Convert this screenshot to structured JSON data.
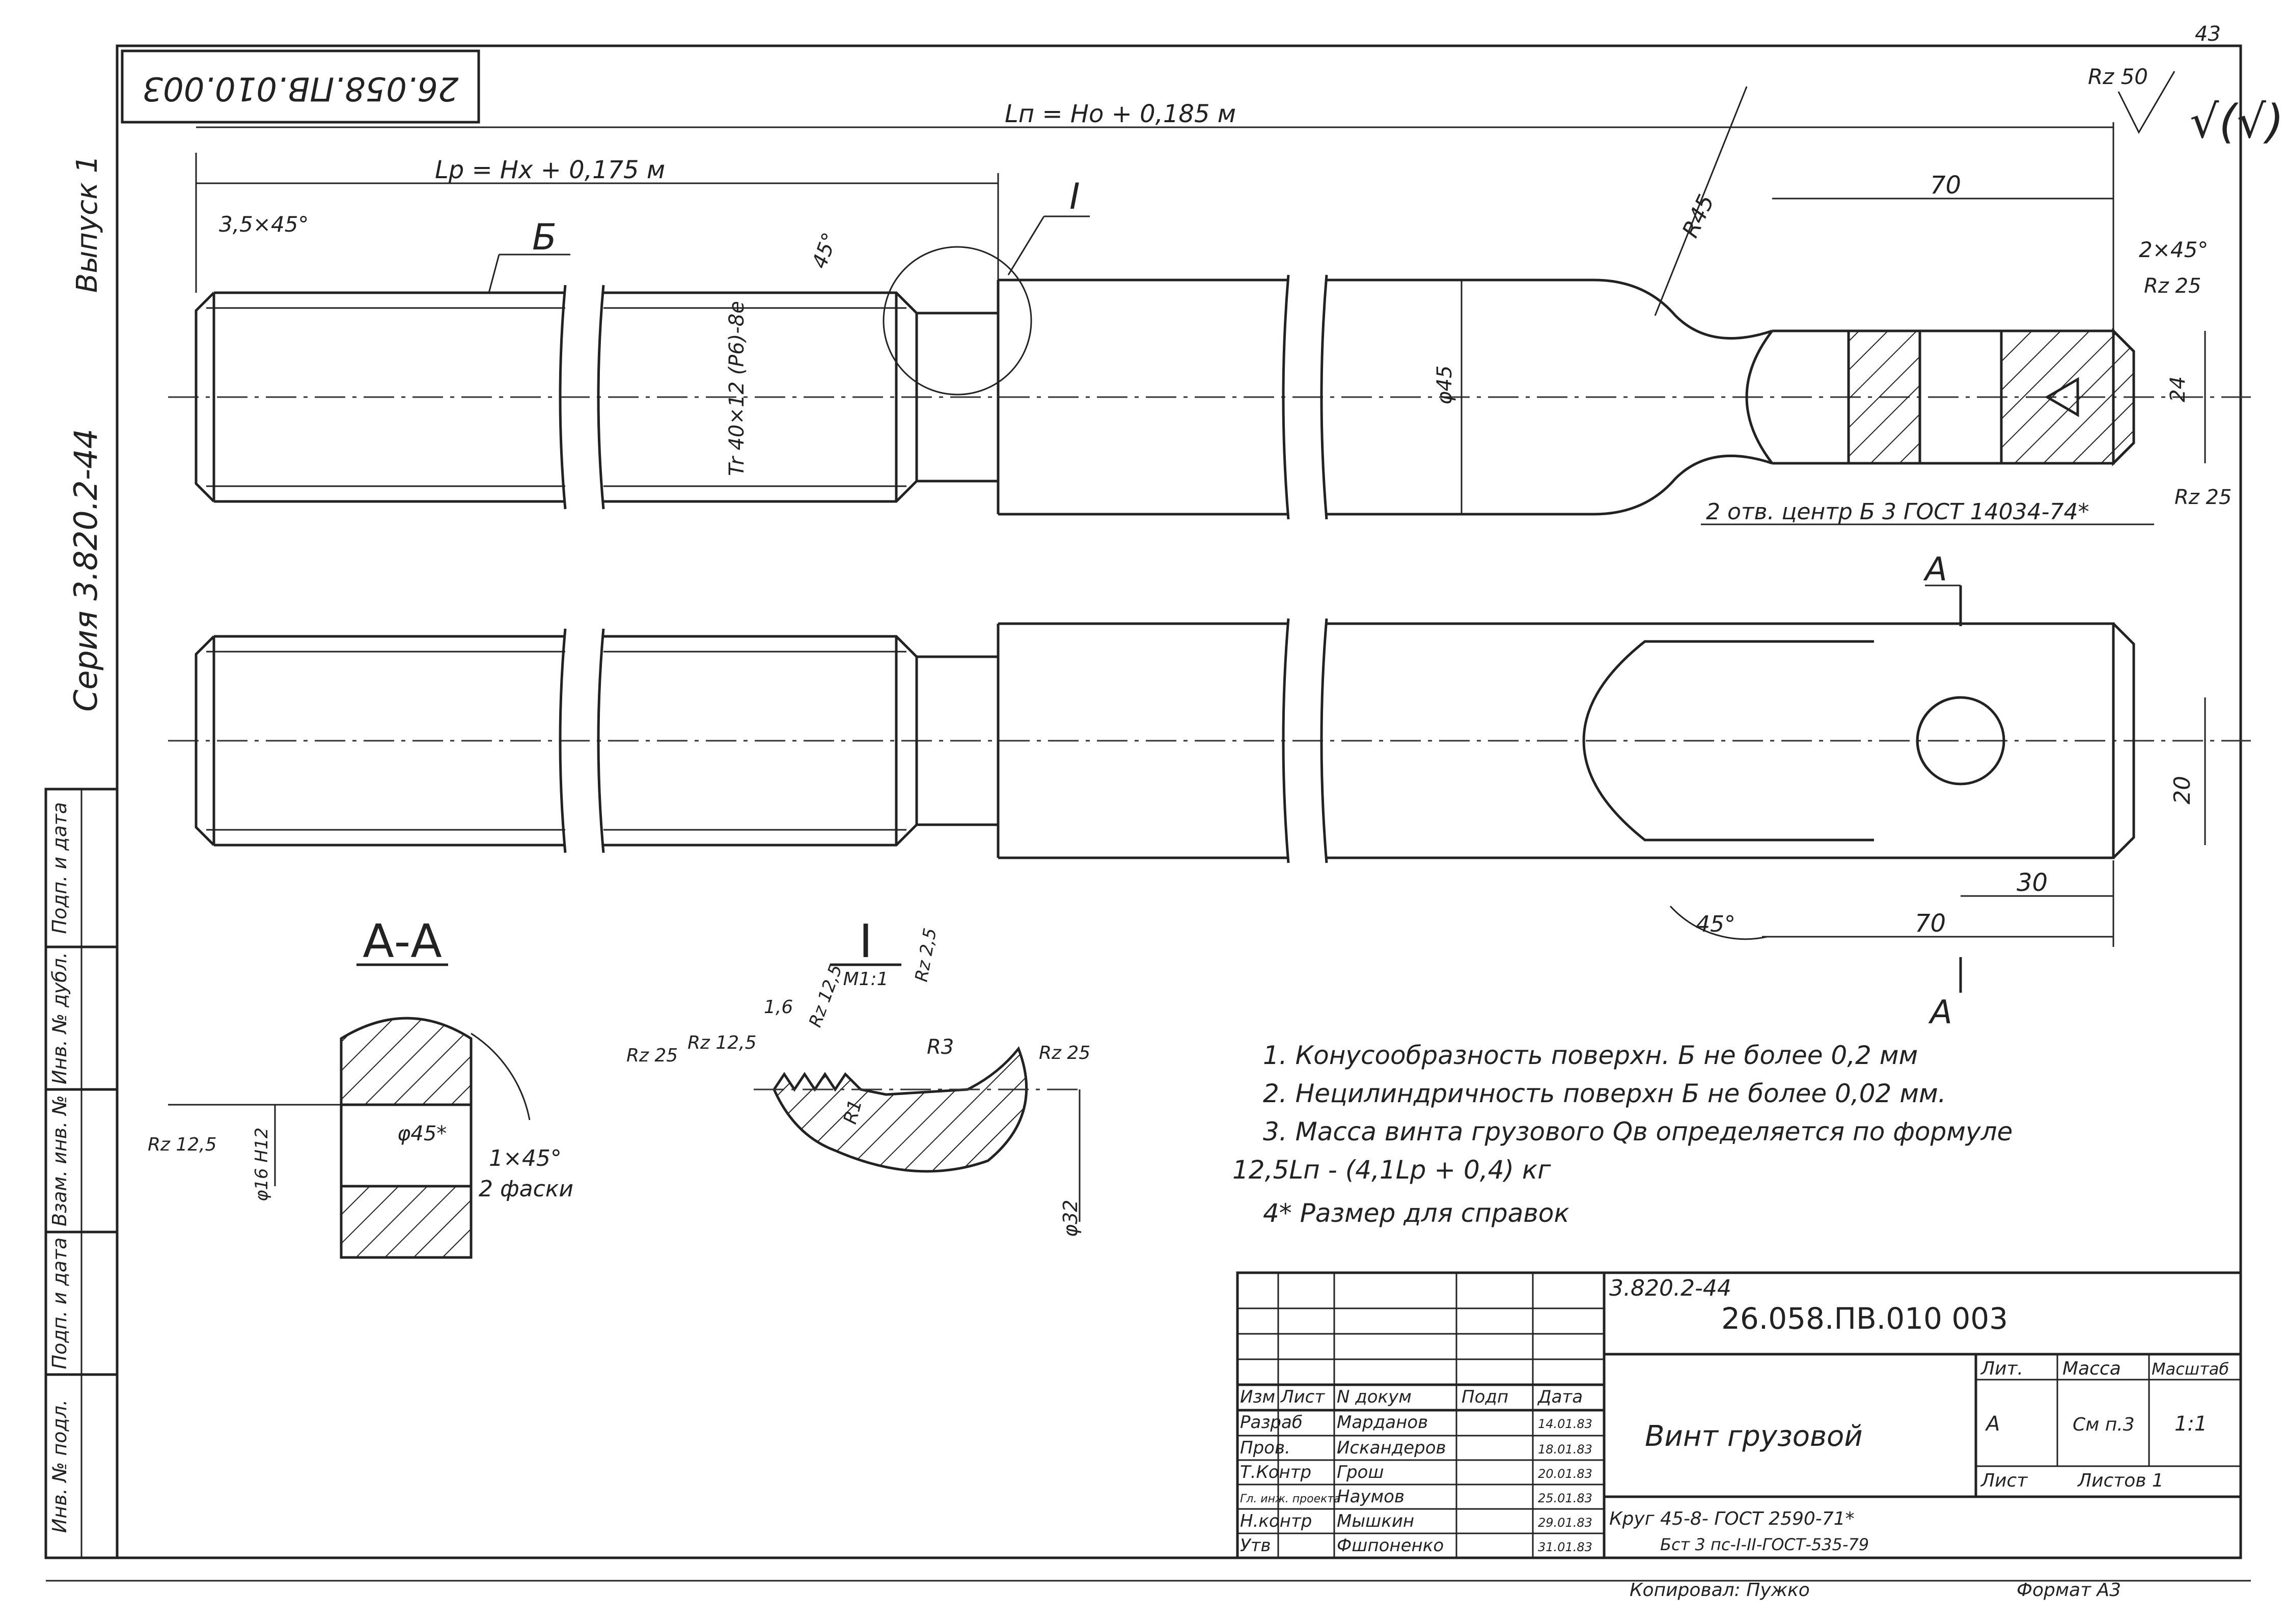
{
  "sheet_number": "43",
  "doc_code_rotated": "26.058.ПВ.010.003",
  "series": "Серия 3.820.2-44",
  "issue": "Выпуск 1",
  "dims": {
    "ln": "Lп = Hо + 0,185 м",
    "lp": "Lр = Hх + 0,175 м",
    "chamfer_left": "3,5×45°",
    "surface_b": "Б",
    "detail_mark": "I",
    "angle45": "45°",
    "radius": "R45",
    "d70_top": "70",
    "chamfer_right": "2×45°",
    "rz50": "Rz 50",
    "rz25_a": "Rz 25",
    "rz25_b": "Rz 25",
    "d24": "24",
    "thread": "Tr 40×12 (P6)-8e",
    "dia45": "φ45",
    "centers_note": "2 отв. центр  Б 3 ГОСТ 14034-74*",
    "section_a": "А",
    "d20": "20",
    "d30": "30",
    "d70_bottom": "70",
    "angle45_bottom": "45°"
  },
  "section_aa": {
    "title": "А-А",
    "rz": "Rz 12,5",
    "hole": "φ16 H12",
    "dia": "φ45*",
    "chamfer": "1×45°",
    "chamfer_note": "2 фаски"
  },
  "detail_i": {
    "title": "I",
    "scale": "М1:1",
    "rz25_l": "Rz 25",
    "rz125_a": "Rz 12,5",
    "v16": "1,6",
    "rz125_b": "Rz 12,5",
    "rz25_t": "Rz 2,5",
    "r3": "R3",
    "r1": "R1",
    "rz25_r": "Rz 25",
    "dia32": "φ32"
  },
  "notes": [
    "1. Конусообразность поверхн. Б не более  0,2 мм",
    "2. Нецилиндричность поверхн Б не более  0,02 мм.",
    "3. Масса винта грузового Qв определяется по формуле",
    "12,5Lп - (4,1Lр + 0,4) кг",
    "4* Размер для справок"
  ],
  "left_strip": [
    "Инв. № подл.",
    "Подп. и дата",
    "Взам. инв. №",
    "Инв. № дубл.",
    "Подп. и дата"
  ],
  "title_block": {
    "series": "3.820.2-44",
    "code": "26.058.ПВ.010 003",
    "name": "Винт грузовой",
    "headers": [
      "Изм",
      "Лист",
      "N докум",
      "Подп",
      "Дата"
    ],
    "rows": [
      {
        "role": "Разраб",
        "name": "Марданов",
        "date": "14.01.83"
      },
      {
        "role": "Пров.",
        "name": "Искандеров",
        "date": "18.01.83"
      },
      {
        "role": "Т.Контр",
        "name": "Грош",
        "date": "20.01.83"
      },
      {
        "role": "Гл. инж. проекта",
        "name": "Наумов",
        "date": "25.01.83"
      },
      {
        "role": "Н.контр",
        "name": "Мышкин",
        "date": "29.01.83"
      },
      {
        "role": "Утв",
        "name": "Фшпоненко",
        "date": "31.01.83"
      }
    ],
    "lit": "Лит.",
    "mass": "Масса",
    "scale_h": "Масштаб",
    "lit_val": "А",
    "mass_val": "См п.3",
    "scale_val": "1:1",
    "sheet": "Лист",
    "sheets": "Листов 1",
    "material_1": "Круг  45-8- ГОСТ 2590-71*",
    "material_2": "Бст 3 пс-I-II-ГОСТ-535-79",
    "copied": "Копировал: Пужко",
    "format": "Формат  А3"
  }
}
